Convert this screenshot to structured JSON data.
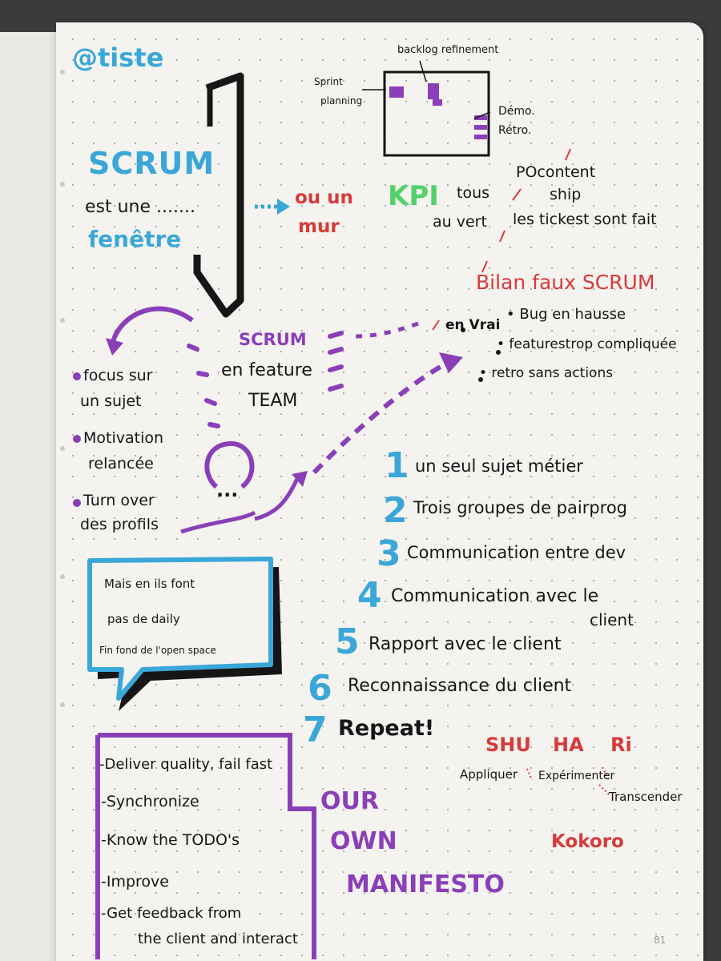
{
  "author": "@tiste",
  "retro_board": {
    "backlog": "backlog refinement",
    "sprint": "Sprint",
    "planning": "planning",
    "demo": "Démo.",
    "retro": "Rétro."
  },
  "scrum": {
    "title": "SCRUM",
    "line1": "est une .......",
    "line2": "fenêtre",
    "ou_un": "ou un",
    "mur": "mur"
  },
  "kpi": {
    "label": "KPI",
    "tous": "tous",
    "au_vert": "au vert",
    "po": "POcontent",
    "ship": "ship",
    "tickets": "les tickest sont fait"
  },
  "bilan": {
    "title": "Bilan faux SCRUM",
    "en_vrai": "en Vrai",
    "items": [
      "• Bug en hausse",
      "• featurestrop compliquée",
      "• retro sans actions"
    ]
  },
  "feature_team": {
    "line1": "SCRUM",
    "line2": "en feature",
    "line3": "TEAM",
    "dots": "..."
  },
  "benefits": [
    "focus sur",
    "un sujet",
    "Motivation",
    "relancée",
    "Turn over",
    "des profils"
  ],
  "steps": {
    "numbers": [
      "1",
      "2",
      "3",
      "4",
      "5",
      "6",
      "7"
    ],
    "labels": [
      "un seul sujet métier",
      "Trois groupes de pairprog",
      "Communication entre dev",
      "Communication avec le",
      "client",
      "Rapport avec le client",
      "Reconnaissance du client",
      "Repeat!"
    ]
  },
  "bubble": {
    "line1": "Mais en ils font",
    "line2": "pas de daily",
    "line3": "Fin fond de l'open space"
  },
  "shuhari": {
    "shu": "SHU",
    "ha": "HA",
    "ri": "Ri",
    "appliquer": "Appliquer",
    "experimenter": "Expérimenter",
    "transcender": "Transcender",
    "kokoro": "Kokoro"
  },
  "manifesto": {
    "title_lines": [
      "OUR",
      "OWN",
      "MANIFESTO"
    ],
    "items": [
      "-Deliver quality, fail fast",
      "-Synchronize",
      "-Know the TODO's",
      "-Improve",
      "-Get feedback from",
      "the client and interact"
    ]
  },
  "page_number": "81",
  "colors": {
    "black_ink": "#161616",
    "purple_ink": "#8a3fb8",
    "blue_ink": "#3aa7d8",
    "red_ink": "#d83a3a",
    "green_ink": "#53d26a",
    "paper": "#f4f3ef"
  }
}
